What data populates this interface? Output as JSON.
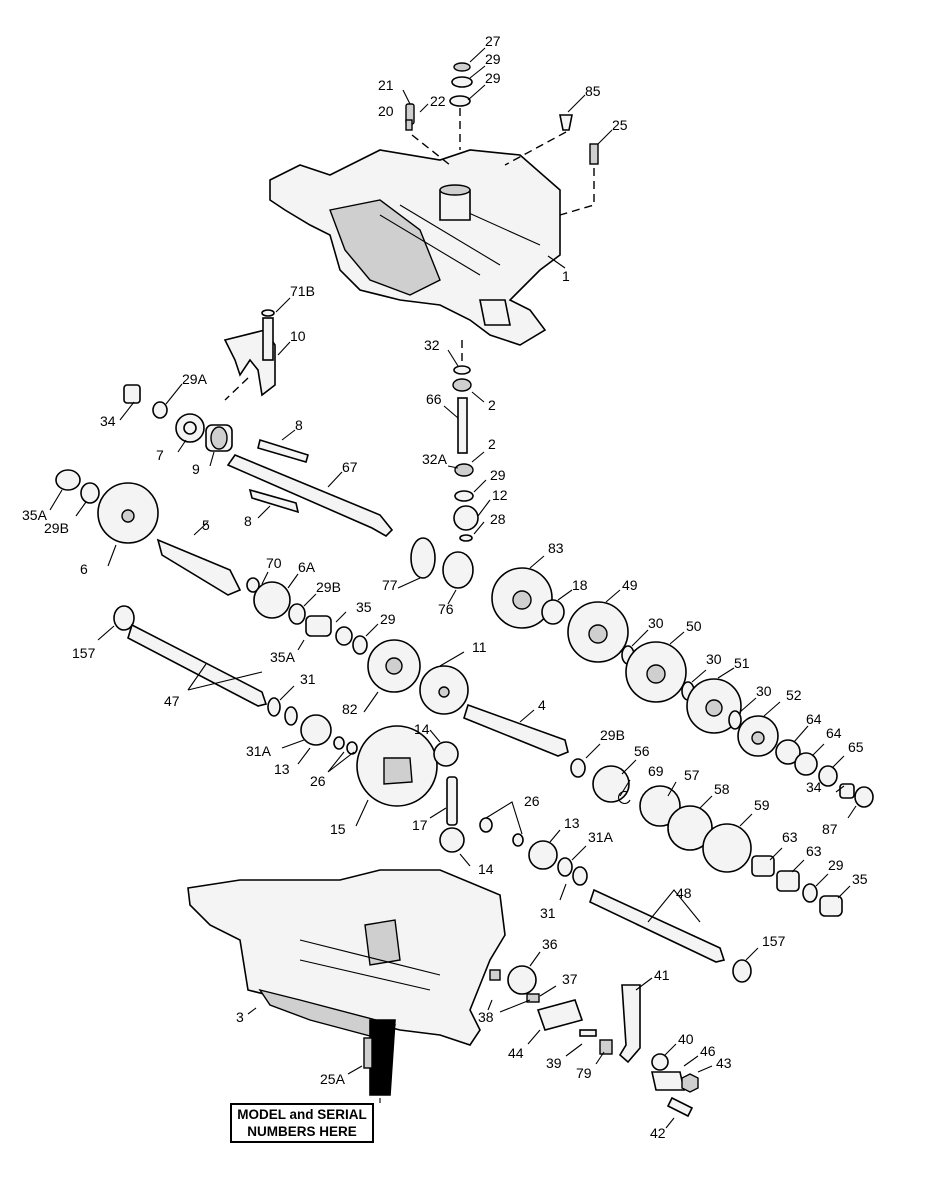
{
  "labels": [
    {
      "id": "27",
      "text": "27"
    },
    {
      "id": "29a",
      "text": "29"
    },
    {
      "id": "29b",
      "text": "29"
    },
    {
      "id": "21",
      "text": "21"
    },
    {
      "id": "22",
      "text": "22"
    },
    {
      "id": "20",
      "text": "20"
    },
    {
      "id": "85",
      "text": "85"
    },
    {
      "id": "25",
      "text": "25"
    },
    {
      "id": "1",
      "text": "1"
    },
    {
      "id": "71B",
      "text": "71B"
    },
    {
      "id": "10",
      "text": "10"
    },
    {
      "id": "29A",
      "text": "29A"
    },
    {
      "id": "34a",
      "text": "34"
    },
    {
      "id": "7",
      "text": "7"
    },
    {
      "id": "9",
      "text": "9"
    },
    {
      "id": "8a",
      "text": "8"
    },
    {
      "id": "67",
      "text": "67"
    },
    {
      "id": "8b",
      "text": "8"
    },
    {
      "id": "35Aa",
      "text": "35A"
    },
    {
      "id": "29Ba",
      "text": "29B"
    },
    {
      "id": "6",
      "text": "6"
    },
    {
      "id": "5",
      "text": "5"
    },
    {
      "id": "32",
      "text": "32"
    },
    {
      "id": "2a",
      "text": "2"
    },
    {
      "id": "66",
      "text": "66"
    },
    {
      "id": "2b",
      "text": "2"
    },
    {
      "id": "32A",
      "text": "32A"
    },
    {
      "id": "29c",
      "text": "29"
    },
    {
      "id": "12",
      "text": "12"
    },
    {
      "id": "28",
      "text": "28"
    },
    {
      "id": "70",
      "text": "70"
    },
    {
      "id": "6A",
      "text": "6A"
    },
    {
      "id": "29Bb",
      "text": "29B"
    },
    {
      "id": "35a",
      "text": "35"
    },
    {
      "id": "29d",
      "text": "29"
    },
    {
      "id": "35Ab",
      "text": "35A"
    },
    {
      "id": "77",
      "text": "77"
    },
    {
      "id": "76",
      "text": "76"
    },
    {
      "id": "83",
      "text": "83"
    },
    {
      "id": "18",
      "text": "18"
    },
    {
      "id": "49",
      "text": "49"
    },
    {
      "id": "30a",
      "text": "30"
    },
    {
      "id": "50",
      "text": "50"
    },
    {
      "id": "30b",
      "text": "30"
    },
    {
      "id": "51",
      "text": "51"
    },
    {
      "id": "30c",
      "text": "30"
    },
    {
      "id": "52",
      "text": "52"
    },
    {
      "id": "157a",
      "text": "157"
    },
    {
      "id": "47",
      "text": "47"
    },
    {
      "id": "31a",
      "text": "31"
    },
    {
      "id": "82",
      "text": "82"
    },
    {
      "id": "11",
      "text": "11"
    },
    {
      "id": "4",
      "text": "4"
    },
    {
      "id": "64a",
      "text": "64"
    },
    {
      "id": "64b",
      "text": "64"
    },
    {
      "id": "65",
      "text": "65"
    },
    {
      "id": "31Aa",
      "text": "31A"
    },
    {
      "id": "13a",
      "text": "13"
    },
    {
      "id": "26a",
      "text": "26"
    },
    {
      "id": "14a",
      "text": "14"
    },
    {
      "id": "29Bc",
      "text": "29B"
    },
    {
      "id": "56",
      "text": "56"
    },
    {
      "id": "69",
      "text": "69"
    },
    {
      "id": "34b",
      "text": "34"
    },
    {
      "id": "87",
      "text": "87"
    },
    {
      "id": "15",
      "text": "15"
    },
    {
      "id": "17",
      "text": "17"
    },
    {
      "id": "26b",
      "text": "26"
    },
    {
      "id": "57",
      "text": "57"
    },
    {
      "id": "58",
      "text": "58"
    },
    {
      "id": "59",
      "text": "59"
    },
    {
      "id": "13b",
      "text": "13"
    },
    {
      "id": "31Ab",
      "text": "31A"
    },
    {
      "id": "14b",
      "text": "14"
    },
    {
      "id": "63a",
      "text": "63"
    },
    {
      "id": "63b",
      "text": "63"
    },
    {
      "id": "29e",
      "text": "29"
    },
    {
      "id": "35b",
      "text": "35"
    },
    {
      "id": "31b",
      "text": "31"
    },
    {
      "id": "48",
      "text": "48"
    },
    {
      "id": "36",
      "text": "36"
    },
    {
      "id": "157b",
      "text": "157"
    },
    {
      "id": "41",
      "text": "41"
    },
    {
      "id": "37",
      "text": "37"
    },
    {
      "id": "3",
      "text": "3"
    },
    {
      "id": "38",
      "text": "38"
    },
    {
      "id": "44",
      "text": "44"
    },
    {
      "id": "39",
      "text": "39"
    },
    {
      "id": "79",
      "text": "79"
    },
    {
      "id": "40",
      "text": "40"
    },
    {
      "id": "46",
      "text": "46"
    },
    {
      "id": "43",
      "text": "43"
    },
    {
      "id": "25A",
      "text": "25A"
    },
    {
      "id": "42",
      "text": "42"
    }
  ],
  "note": {
    "line1": "MODEL and SERIAL",
    "line2": "NUMBERS HERE"
  }
}
